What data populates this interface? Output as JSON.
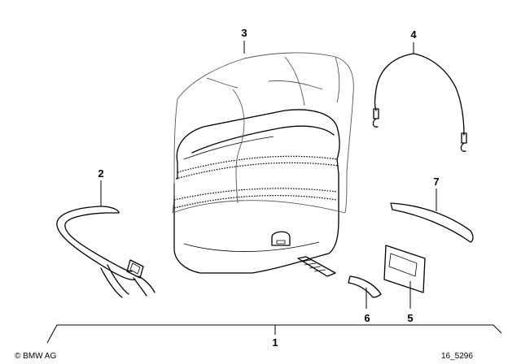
{
  "callouts": {
    "c1": "1",
    "c2": "2",
    "c3": "3",
    "c4": "4",
    "c5": "5",
    "c6": "6",
    "c7": "7"
  },
  "footer": {
    "copyright": "© BMW AG",
    "diagram_id": "16_5296"
  },
  "colors": {
    "line": "#000000",
    "background": "#ffffff"
  }
}
